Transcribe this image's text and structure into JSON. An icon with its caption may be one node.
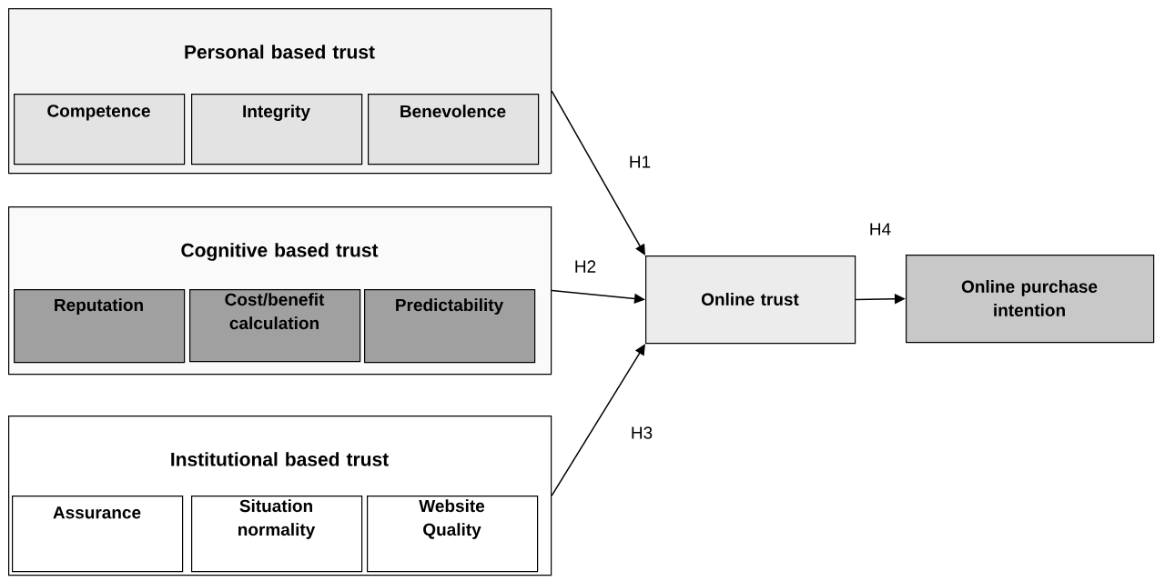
{
  "diagram": {
    "nodes": [
      {
        "text": [
          "Personal based trust"
        ]
      },
      {
        "text": [
          "Competence"
        ],
        "in": 0
      },
      {
        "text": [
          "Integrity"
        ],
        "in": 0
      },
      {
        "text": [
          "Benevolence"
        ],
        "in": 0
      },
      {
        "text": [
          "Cognitive based trust"
        ]
      },
      {
        "text": [
          "Reputation"
        ],
        "in": 4
      },
      {
        "text": [
          "Cost/benefit calculation"
        ],
        "in": 4
      },
      {
        "text": [
          "Predictability"
        ],
        "in": 4
      },
      {
        "text": [
          "Institutional based trust"
        ]
      },
      {
        "text": [
          "Assurance"
        ],
        "in": 8
      },
      {
        "text": [
          "Situation normality"
        ],
        "in": 8
      },
      {
        "text": [
          "Website Quality"
        ],
        "in": 8
      },
      {
        "text": [
          "Online trust"
        ]
      },
      {
        "text": [
          "Online purchase intention"
        ]
      }
    ],
    "edges": [
      {
        "from": 0,
        "to": 12,
        "arrow": "to",
        "label": "H1"
      },
      {
        "from": 4,
        "to": 12,
        "arrow": "to",
        "label": "H2"
      },
      {
        "from": 8,
        "to": 12,
        "arrow": "to",
        "label": "H3"
      },
      {
        "from": 12,
        "to": 13,
        "arrow": "to",
        "label": "H4"
      }
    ]
  }
}
